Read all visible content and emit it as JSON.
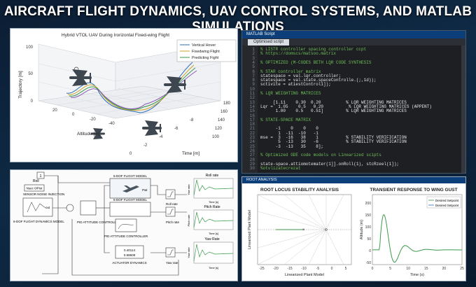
{
  "page_title": "AIRCRAFT FLIGHT DYNAMICS, UAV CONTROL SYSTEMS, AND MATLAB SIMULATIONS",
  "plot3d": {
    "title": "Hybrid VTOL UAV During Irorizontal Fixed-wing Flight",
    "zlabel": "Trajectory [m]",
    "xlabel": "Altitude [m]",
    "ylabel": "Time [m]",
    "legend": [
      "Vertical Hover",
      "Fixedwing Flight",
      "Predicting Fight"
    ],
    "zticks": [
      "100",
      "50",
      "0"
    ],
    "xticks": [
      "20",
      "0",
      "-20",
      "-40"
    ],
    "yticks": [
      "0",
      "-2",
      "-4",
      "-6",
      "-8"
    ],
    "yticks_right": [
      "180",
      "160",
      "140",
      "120",
      "100"
    ],
    "series_colors": [
      "#2d6fb8",
      "#c9a227",
      "#3a9a4a",
      "#8a5ab5"
    ]
  },
  "simulink": {
    "blocks": {
      "roll_const": "1",
      "roll_label": "Roll",
      "noise_block": "Nsec 0/Pist",
      "noise_label": "SENSOR NOISE INJECTION",
      "sixdof_label": "6-DOF FLIGHT DYNAMICS MODEL",
      "pid_label": "PID ATTITUDE CONTROLLER",
      "fm_top": "6-DOF FLIGHT MODEL",
      "fm_mid": "6-DOF FLIGHT MODEL",
      "pid_att": "PID ATTITUDE CONTROLLER",
      "act": "ACTUATOR DYNAMICS",
      "act_tf1": "0.40114",
      "act_tf2": "0.58608",
      "roll_rate_lbl": "Roll rate",
      "pitch_rate_lbl": "Pitch rate",
      "yaw_rate_lbl": "Yaw rate",
      "plot_roll": "Roll rate",
      "plot_pitch": "Pitch Rate",
      "plot_yaw": "Yaw Rate",
      "plot_xlabel": "Time [s]",
      "roll_ylabel": "Yaw rate",
      "pitch_ylabel": "Pitch rate",
      "yaw_ylabel": "Yaw rate",
      "port_in": "out",
      "port_in2": "out",
      "port_dot": "Pwt"
    }
  },
  "editor": {
    "window_title": "MATLAB Script",
    "tab": "Optimised script",
    "lines": [
      {
        "n": "1",
        "t": "% LISTR controller spacing controller ccpt",
        "c": "cmt"
      },
      {
        "n": "2",
        "t": "% https://domscs/matsoo.matrix",
        "c": "cmt"
      },
      {
        "n": "3",
        "t": "",
        "c": "kw"
      },
      {
        "n": "4",
        "t": "% OPTIMIZED (M-CODES BETH LQR CODE SYNTHESIS",
        "c": "cmt"
      },
      {
        "n": "5",
        "t": "",
        "c": "kw"
      },
      {
        "n": "6",
        "t": "% STAR controller matrix",
        "c": "cmt"
      },
      {
        "n": "7",
        "t": "statespace = val.lqr.controller;",
        "c": "kw"
      },
      {
        "n": "8",
        "t": "statespace = val.state.spaceControlle.(;,1d));",
        "c": "kw"
      },
      {
        "n": "9",
        "t": "sctivite = atiestControl1]);",
        "c": "kw"
      },
      {
        "n": "10",
        "t": "",
        "c": "kw"
      },
      {
        "n": "11",
        "t": "% LQR WEIGHTING MATRICES",
        "c": "cmt"
      },
      {
        "n": "12",
        "t": "",
        "c": "kw"
      },
      {
        "n": "13",
        "t": "     [1.11    0.30  0.20          % LQR WEIGHTING MATRICES",
        "c": "kw"
      },
      {
        "n": "14",
        "t": "Lqr =  1.05    0.5   0.20          % LQR WEIGHTING MATRICES (APPENT)",
        "c": "kw"
      },
      {
        "n": "15",
        "t": "      1.00    0.5   0.51]         % LQR WEIGHTING MATRICES",
        "c": "kw"
      },
      {
        "n": "16",
        "t": "",
        "c": "kw"
      },
      {
        "n": "17",
        "t": "% STATE-SPACE MATRIX",
        "c": "cmt"
      },
      {
        "n": "18",
        "t": "",
        "c": "kw"
      },
      {
        "n": "21",
        "t": "      -1    0    0    0",
        "c": "kw"
      },
      {
        "n": "22",
        "t": "       1  -11  -10   -1",
        "c": "kw"
      },
      {
        "n": "23",
        "t": "mse =  3  -16   38    1           % STABILITY VERIFICATION",
        "c": "kw"
      },
      {
        "n": "24",
        "t": "       5  -13   30   -6           % STABILITY VERIFICATION",
        "c": "kw"
      },
      {
        "n": "25",
        "t": "      -3  -13   35    8];",
        "c": "kw"
      },
      {
        "n": "26",
        "t": "",
        "c": "kw"
      },
      {
        "n": "27",
        "t": "% Optimized GDE code models on Linearized scipts",
        "c": "cmt"
      },
      {
        "n": "28",
        "t": "",
        "c": "kw"
      },
      {
        "n": "29",
        "t": "state-space.attiomotemater(1]].onRoll(1), stcRzeel(1]);",
        "c": "kw"
      },
      {
        "n": "30",
        "t": "%otvlizatecrezat",
        "c": "cmt"
      }
    ]
  },
  "root_analysis": {
    "window_title": "ROOT ANALYSIS",
    "rl": {
      "title": "ROOT LOCUS STABILITY ANALYSIS",
      "xlabel": "Linearized Plant Model",
      "ylabel": "Linearized Plant Model",
      "xticks": [
        "-25",
        "-20",
        "-15",
        "-10",
        "-5",
        "0",
        "5"
      ]
    },
    "gust": {
      "title": "TRANSIENT RESPONSE TO WING GUST",
      "xlabel": "Time (s)",
      "ylabel": "Altitude (m)",
      "legend": [
        "Desired Setpoint",
        "Desired Setpoint"
      ],
      "xticks": [
        "0",
        "5",
        "10",
        "15",
        "20",
        "25"
      ],
      "yticks": [
        "200",
        "150",
        "100",
        "50",
        "0",
        "-50"
      ]
    }
  }
}
